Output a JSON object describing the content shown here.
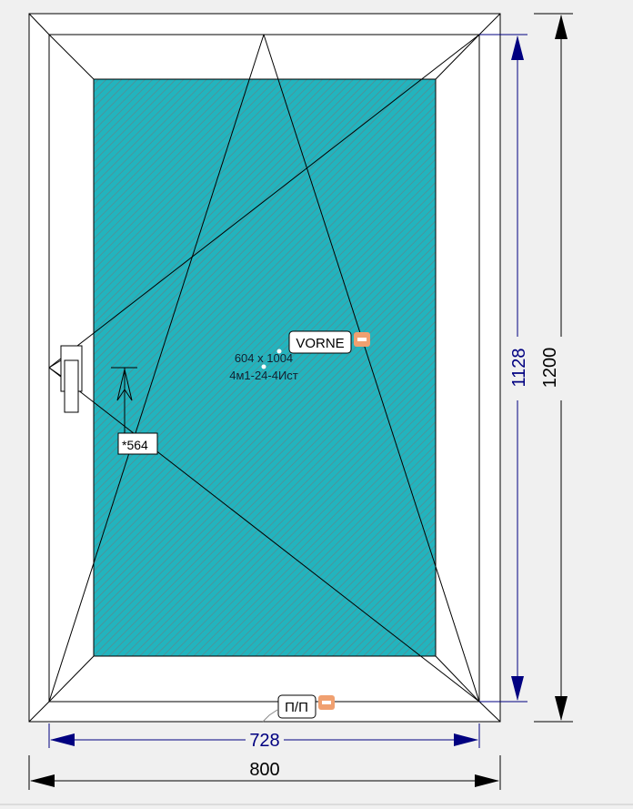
{
  "glass": {
    "size": "604 x 1004",
    "formula": "4м1-24-4Ист"
  },
  "labels": {
    "profile": "VORNE",
    "opening": "П/П",
    "handle_height": "*564"
  },
  "dimensions": {
    "sash_height": "1128",
    "frame_height": "1200",
    "sash_width": "728",
    "frame_width": "800"
  },
  "colors": {
    "glass": "#22b4be",
    "inner_dim": "#000080",
    "outer_dim": "#000000",
    "badge": "#f0a070"
  }
}
